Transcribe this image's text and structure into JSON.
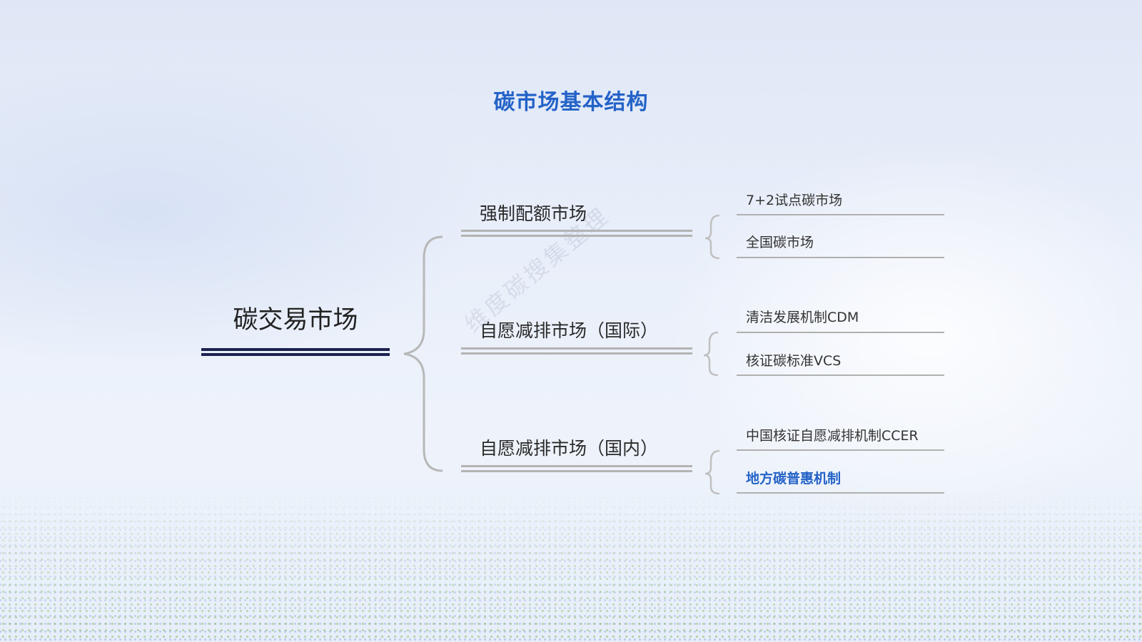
{
  "title": "碳市场基本结构",
  "root": {
    "label": "碳交易市场"
  },
  "branches": [
    {
      "label": "强制配额市场",
      "children": [
        {
          "label": "7+2试点碳市场"
        },
        {
          "label": "全国碳市场"
        }
      ]
    },
    {
      "label": "自愿减排市场（国际）",
      "children": [
        {
          "label": "清洁发展机制CDM"
        },
        {
          "label": "核证碳标准VCS"
        }
      ]
    },
    {
      "label": "自愿减排市场（国内）",
      "children": [
        {
          "label": "中国核证自愿减排机制CCER"
        },
        {
          "label": "地方碳普惠机制"
        }
      ]
    }
  ],
  "watermark": "维度碳搜集整理",
  "colors": {
    "title": "#2463c8",
    "root_underline": "#1a2250",
    "highlight": "#2463c8"
  }
}
